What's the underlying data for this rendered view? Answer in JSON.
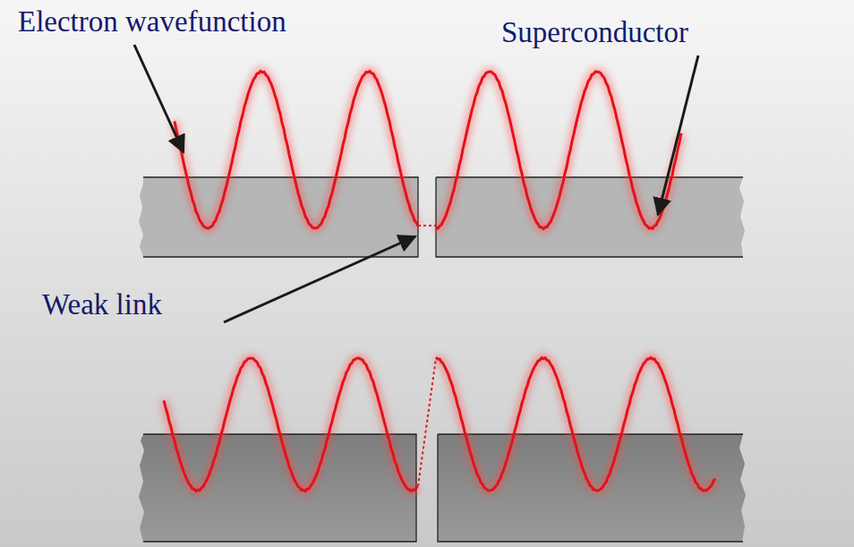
{
  "diagram": {
    "labels": [
      "Electron wavefunction",
      "Superconductor",
      "Weak link"
    ]
  }
}
